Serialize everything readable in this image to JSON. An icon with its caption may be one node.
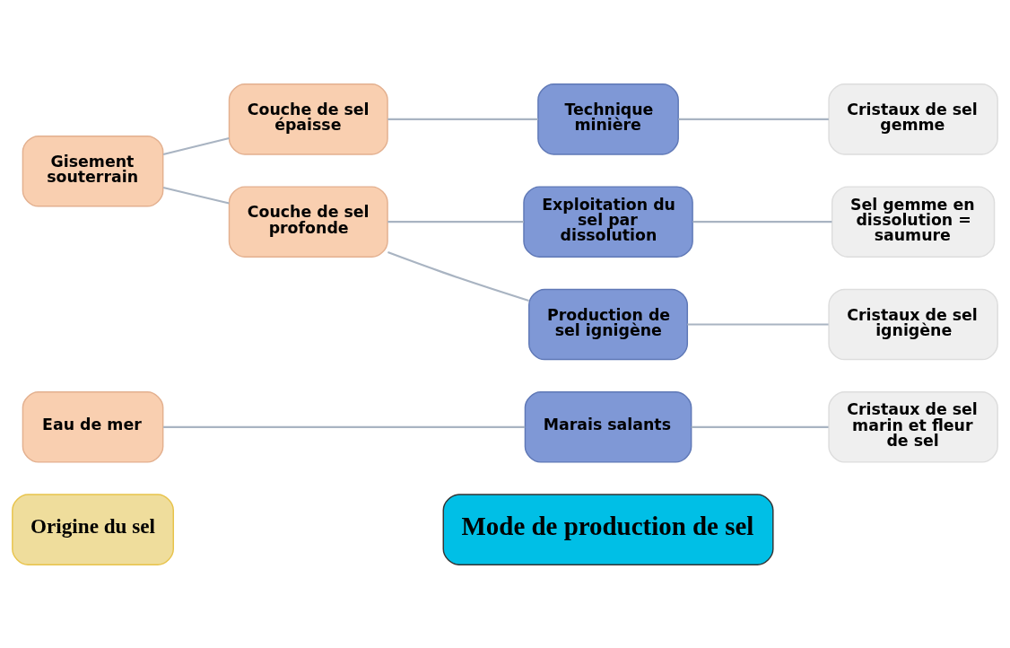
{
  "diagram": {
    "nodes": [
      {
        "text": [
          "Origine du sel"
        ]
      },
      {
        "text": [
          "Mode de production de sel"
        ]
      },
      {
        "text": [
          "Eau de mer"
        ]
      },
      {
        "text": [
          "Marais salants"
        ]
      },
      {
        "text": [
          "Cristaux de sel marin et fleur de sel"
        ]
      },
      {
        "text": [
          "Gisement souterrain"
        ]
      },
      {
        "text": [
          "Couche de sel épaisse"
        ]
      },
      {
        "text": [
          "Technique minière"
        ]
      },
      {
        "text": [
          "Cristaux de sel gemme"
        ]
      },
      {
        "text": [
          "Couche de sel profonde"
        ]
      },
      {
        "text": [
          "Exploitation du sel par dissolution"
        ]
      },
      {
        "text": [
          "Sel gemme en dissolution = saumure"
        ]
      },
      {
        "text": [
          "Production de sel ignigène"
        ]
      },
      {
        "text": [
          "Cristaux de sel ignigène"
        ]
      }
    ],
    "edges": [
      {
        "from": 2,
        "to": 3,
        "arrow": "none"
      },
      {
        "from": 3,
        "to": 4,
        "arrow": "none"
      },
      {
        "from": 5,
        "to": 6,
        "arrow": "none"
      },
      {
        "from": 5,
        "to": 9,
        "arrow": "none"
      },
      {
        "from": 6,
        "to": 7,
        "arrow": "none"
      },
      {
        "from": 7,
        "to": 8,
        "arrow": "none"
      },
      {
        "from": 9,
        "to": 10,
        "arrow": "none"
      },
      {
        "from": 9,
        "to": 12,
        "arrow": "none"
      },
      {
        "from": 10,
        "to": 11,
        "arrow": "none"
      },
      {
        "from": 12,
        "to": 13,
        "arrow": "none"
      }
    ]
  }
}
